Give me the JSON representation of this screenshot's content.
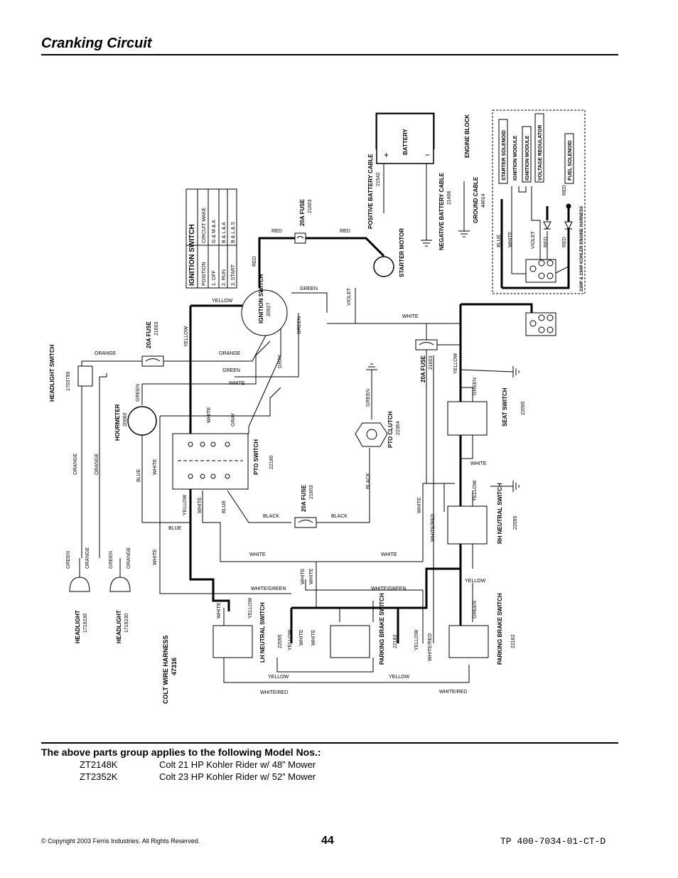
{
  "page_title": "Cranking Circuit",
  "ignition_table": {
    "heading": "IGNITION SWITCH",
    "col_position": "POSITION",
    "col_circuit": "CIRCUIT MAKE",
    "rows": [
      {
        "position": "1. OFF",
        "circuit": "G & M & A"
      },
      {
        "position": "2. RUN",
        "circuit": "B & L & A"
      },
      {
        "position": "3. START",
        "circuit": "B & L & S"
      }
    ]
  },
  "labels": {
    "battery": "BATTERY",
    "positive_cable": "POSITIVE BATTERY CABLE",
    "positive_cable_pn": "21542",
    "negative_cable": "NEGATIVE BATTERY CABLE",
    "negative_cable_pn": "21406",
    "ground_cable": "GROUND CABLE",
    "ground_cable_pn": "44014",
    "engine_block": "ENGINE BLOCK",
    "starter_motor": "STARTER MOTOR",
    "fuse": "20A FUSE",
    "fuse_pn": "21603",
    "ignition_switch": "IGNITION SWITCH",
    "ignition_switch_pn": "20927",
    "starter_solenoid": "STARTER SOLENOID",
    "ignition_module": "IGNITION MODULE",
    "voltage_regulator": "VOLTAGE REGULATOR",
    "fuel_solenoid": "FUEL SOLENOID",
    "engine_harness": "21HP & 23HP KOHLER ENGINE HARNESS",
    "headlight_switch": "HEADLIGHT SWITCH",
    "headlight_switch_pn": "1703799",
    "hourmeter": "HOURMETER",
    "hourmeter_pn": "20060",
    "pto_switch": "PTO SWITCH",
    "pto_switch_pn": "22180",
    "pto_clutch": "PTO CLUTCH",
    "pto_clutch_pn": "22364",
    "seat_switch": "SEAT SWITCH",
    "seat_switch_pn": "22095",
    "rh_neutral": "RH NEUTRAL SWITCH",
    "rh_neutral_pn": "22095",
    "lh_neutral": "LH NEUTRAL SWITCH",
    "lh_neutral_pn": "22095",
    "parking_brake": "PARKING BRAKE SWITCH",
    "parking_brake_pn": "22182",
    "headlight": "HEADLIGHT",
    "headlight_pn": "1719230",
    "harness": "COLT WIRE HARNESS",
    "harness_pn": "47316"
  },
  "wire_colors": {
    "red": "RED",
    "yellow": "YELLOW",
    "green": "GREEN",
    "violet": "VIOLET",
    "white": "WHITE",
    "orange": "ORANGE",
    "gray": "GRAY",
    "blue": "BLUE",
    "black": "BLACK",
    "white_red": "WHITE/RED",
    "white_green": "WHITE/GREEN"
  },
  "models": {
    "heading": "The above parts group applies to the following Model Nos.:",
    "list": [
      {
        "number": "ZT2148K",
        "desc": "Colt 21 HP Kohler Rider w/ 48” Mower"
      },
      {
        "number": "ZT2352K",
        "desc": "Colt 23 HP Kohler Rider w/ 52” Mower"
      }
    ]
  },
  "footer": {
    "copyright": "© Copyright 2003 Ferris Industries. All Rights Reserved.",
    "page": "44",
    "doc_id": "TP 400-7034-01-CT-D"
  }
}
